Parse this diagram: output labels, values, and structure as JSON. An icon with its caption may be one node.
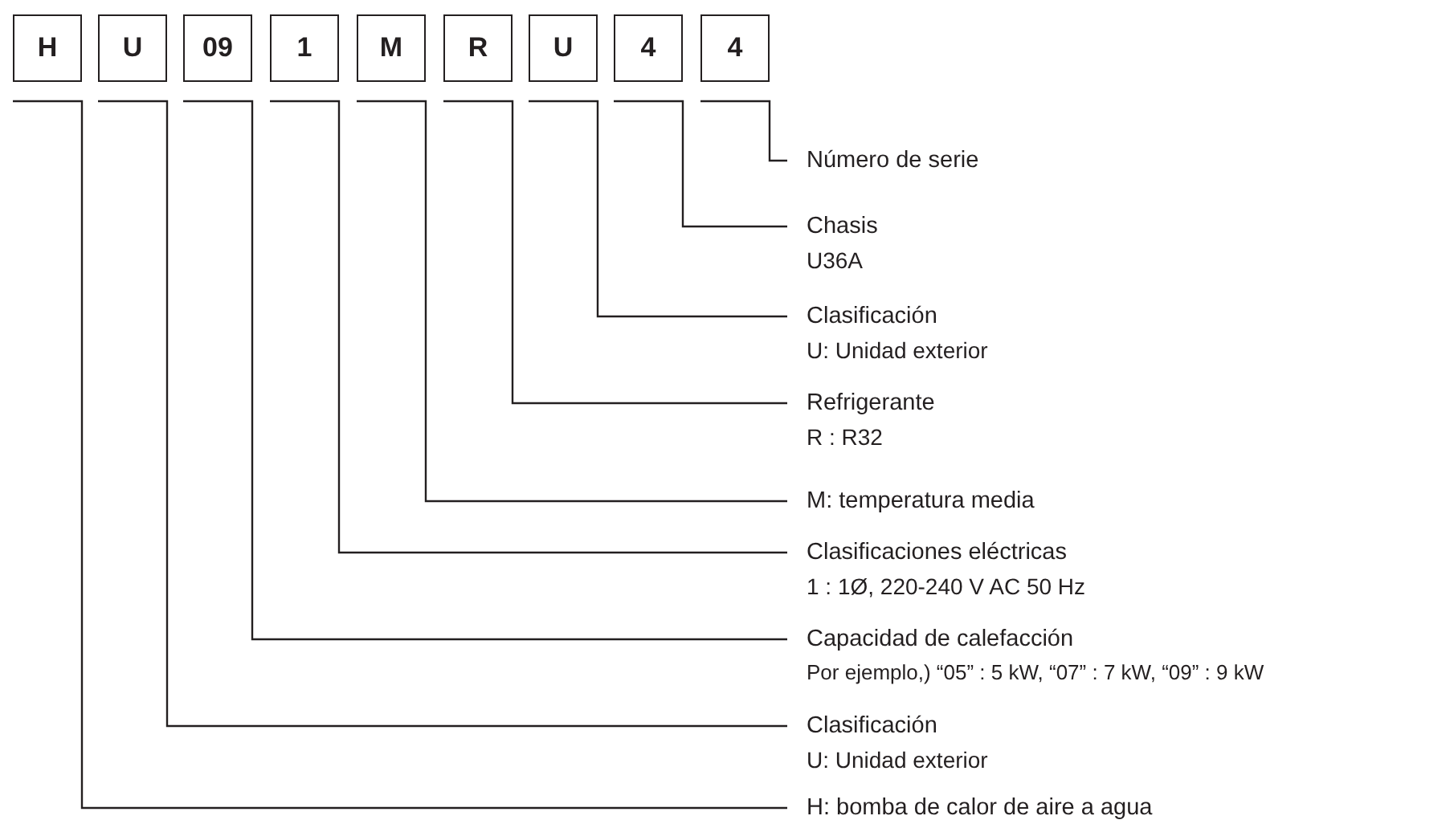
{
  "diagram": {
    "nodes": [
      {
        "text": [
          "H"
        ]
      },
      {
        "text": [
          "U"
        ]
      },
      {
        "text": [
          "09"
        ]
      },
      {
        "text": [
          "1"
        ]
      },
      {
        "text": [
          "M"
        ]
      },
      {
        "text": [
          "R"
        ]
      },
      {
        "text": [
          "U"
        ]
      },
      {
        "text": [
          "4"
        ]
      },
      {
        "text": [
          "4"
        ]
      },
      {
        "text": [
          "Número de serie"
        ]
      },
      {
        "text": [
          "Chasis",
          "U36A"
        ]
      },
      {
        "text": [
          "Clasificación",
          "U: Unidad exterior"
        ]
      },
      {
        "text": [
          "Refrigerante",
          "R : R32"
        ]
      },
      {
        "text": [
          "M: temperatura media"
        ]
      },
      {
        "text": [
          "Clasificaciones eléctricas",
          "1 : 1Ø, 220-240 V AC 50 Hz"
        ]
      },
      {
        "text": [
          "Capacidad de calefacción",
          "Por ejemplo,) “05” : 5 kW, “07” : 7 kW, “09” : 9 kW"
        ]
      },
      {
        "text": [
          "Clasificación",
          "U: Unidad exterior"
        ]
      },
      {
        "text": [
          "H: bomba de calor de aire a agua"
        ]
      }
    ],
    "edges": [
      {
        "from": 8,
        "to": 9,
        "arrow": "none"
      },
      {
        "from": 7,
        "to": 10,
        "arrow": "none"
      },
      {
        "from": 6,
        "to": 11,
        "arrow": "none"
      },
      {
        "from": 5,
        "to": 12,
        "arrow": "none"
      },
      {
        "from": 4,
        "to": 13,
        "arrow": "none"
      },
      {
        "from": 3,
        "to": 14,
        "arrow": "none"
      },
      {
        "from": 2,
        "to": 15,
        "arrow": "none"
      },
      {
        "from": 1,
        "to": 16,
        "arrow": "none"
      },
      {
        "from": 0,
        "to": 17,
        "arrow": "none"
      }
    ]
  }
}
